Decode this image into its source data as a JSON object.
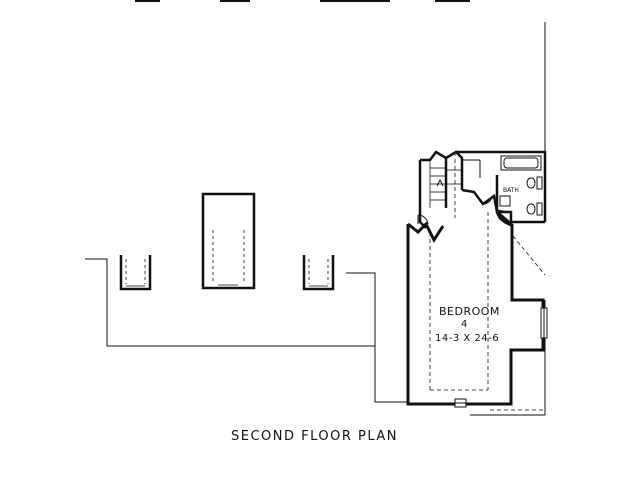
{
  "plan": {
    "title": "SECOND  FLOOR PLAN",
    "room": {
      "name": "BEDROOM",
      "number": "4",
      "dimensions": "14-3 X 24-6"
    },
    "bath_label": "BATH",
    "line_color": "#111111",
    "background": "#ffffff"
  }
}
